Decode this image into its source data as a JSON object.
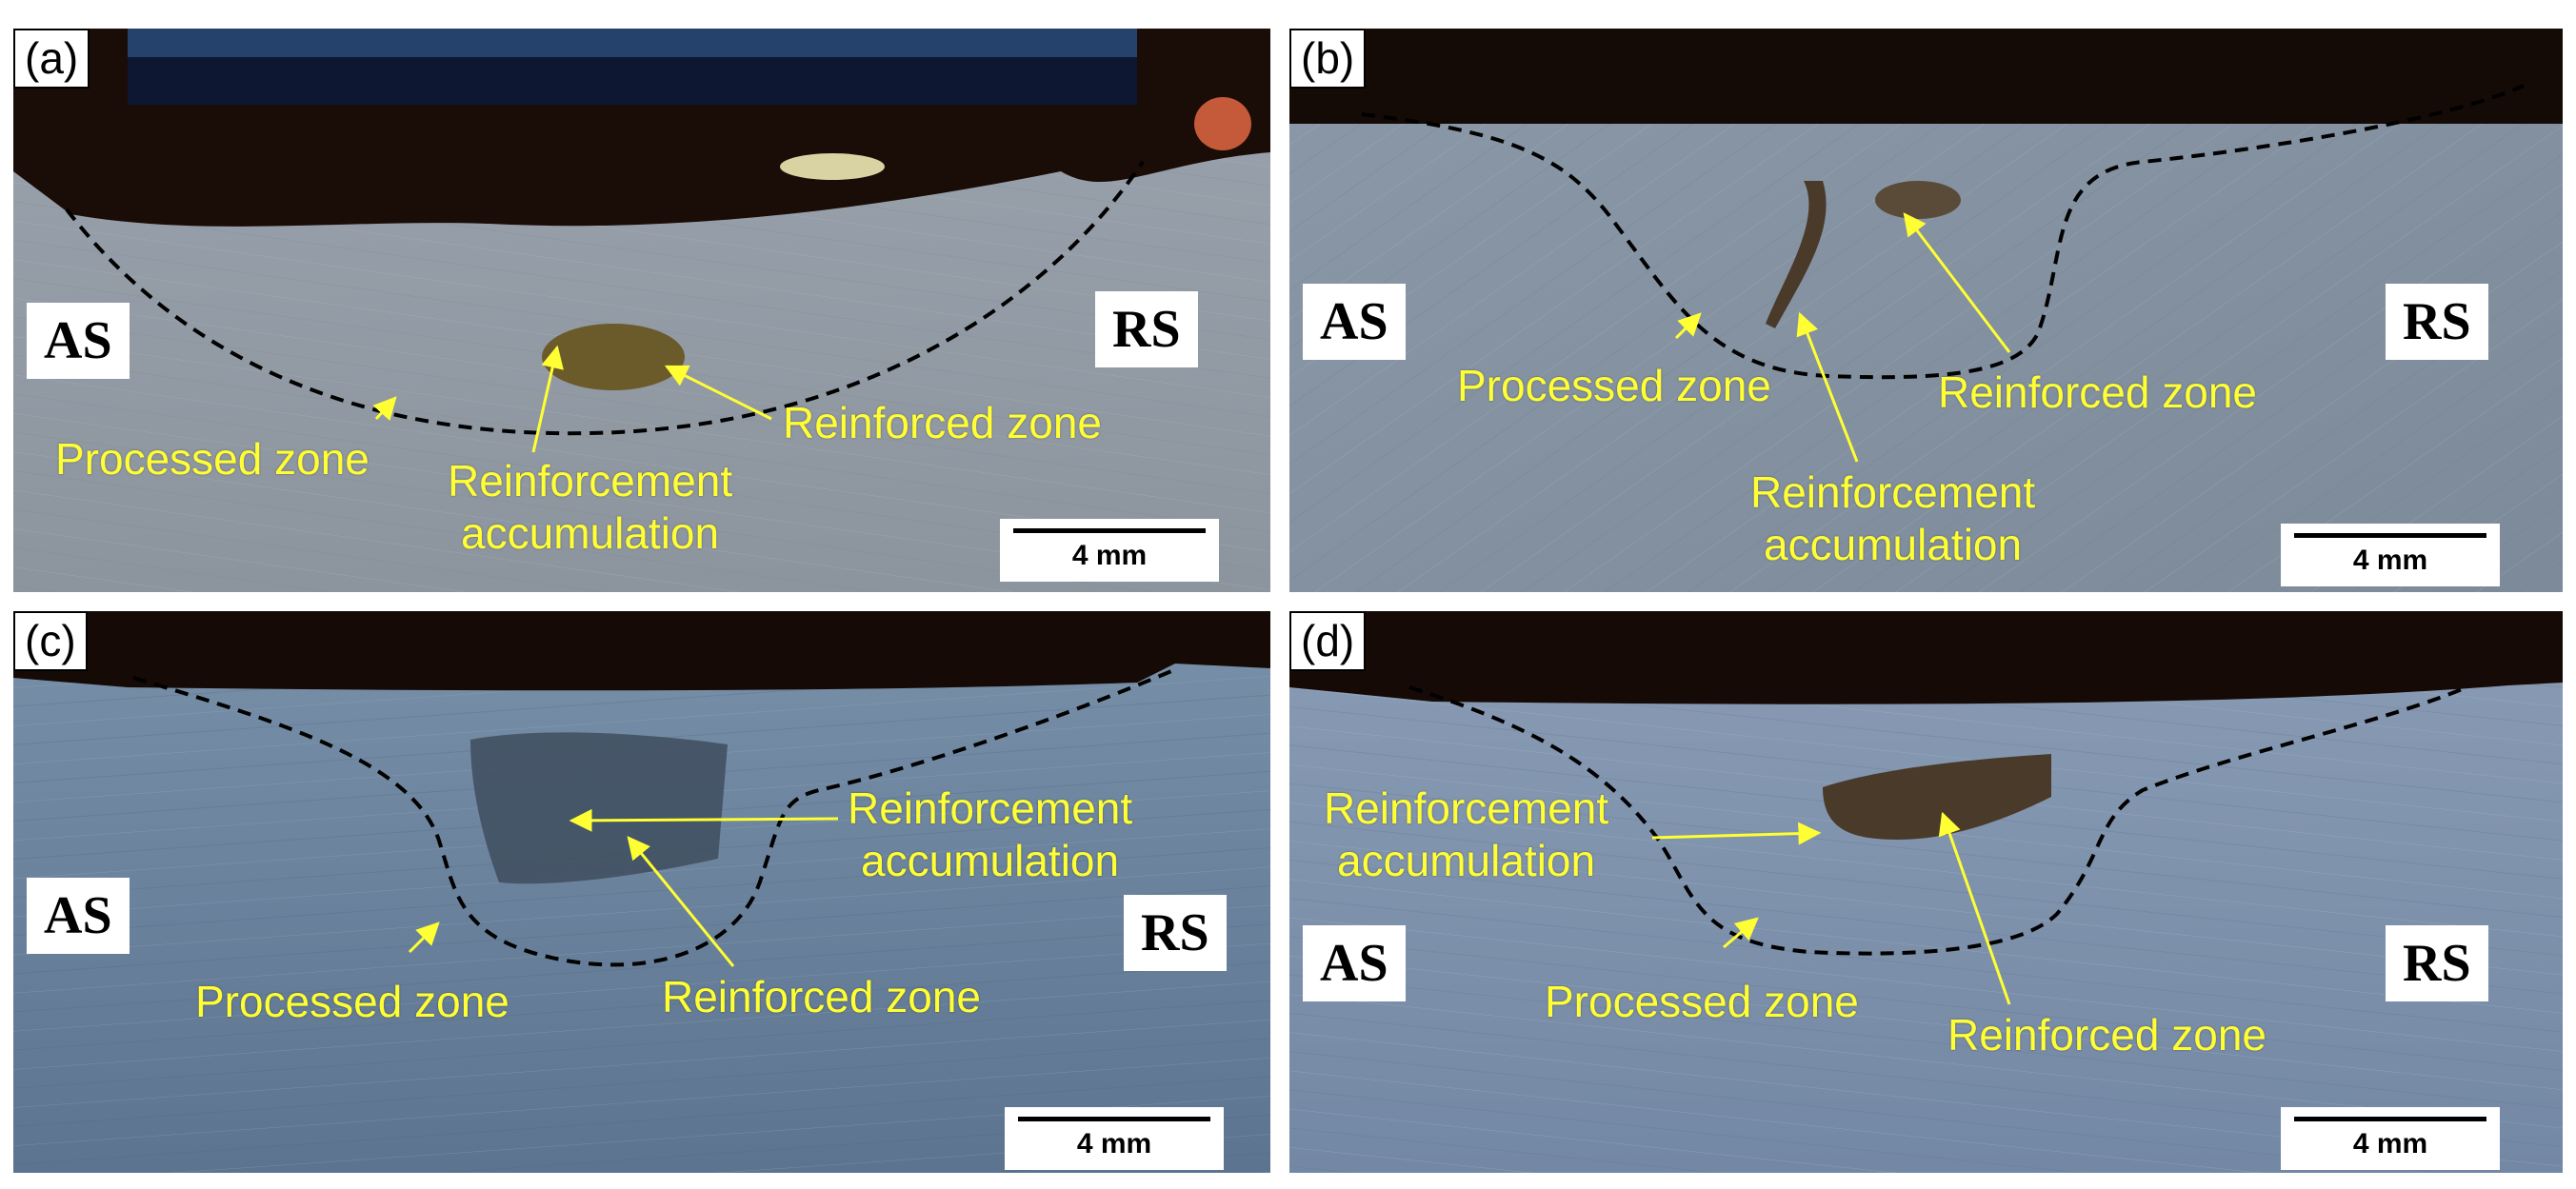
{
  "figure": {
    "panels": [
      {
        "id": "a",
        "label": "(a)",
        "left_side": "AS",
        "right_side": "RS",
        "scale_bar": "4 mm",
        "annotations": [
          "Processed zone",
          "Reinforcement\naccumulation",
          "Reinforced zone"
        ]
      },
      {
        "id": "b",
        "label": "(b)",
        "left_side": "AS",
        "right_side": "RS",
        "scale_bar": "4 mm",
        "annotations": [
          "Processed zone",
          "Reinforced zone",
          "Reinforcement\naccumulation"
        ]
      },
      {
        "id": "c",
        "label": "(c)",
        "left_side": "AS",
        "right_side": "RS",
        "scale_bar": "4 mm",
        "annotations": [
          "Reinforcement\naccumulation",
          "Processed zone",
          "Reinforced zone"
        ]
      },
      {
        "id": "d",
        "label": "(d)",
        "left_side": "AS",
        "right_side": "RS",
        "scale_bar": "4 mm",
        "annotations": [
          "Reinforcement\naccumulation",
          "Processed zone",
          "Reinforced zone"
        ]
      }
    ],
    "colors": {
      "annotation_text": "#ffff33",
      "boundary_line": "#000000",
      "metal_surface": "#8a98a6",
      "void_top": "#120a06"
    }
  }
}
